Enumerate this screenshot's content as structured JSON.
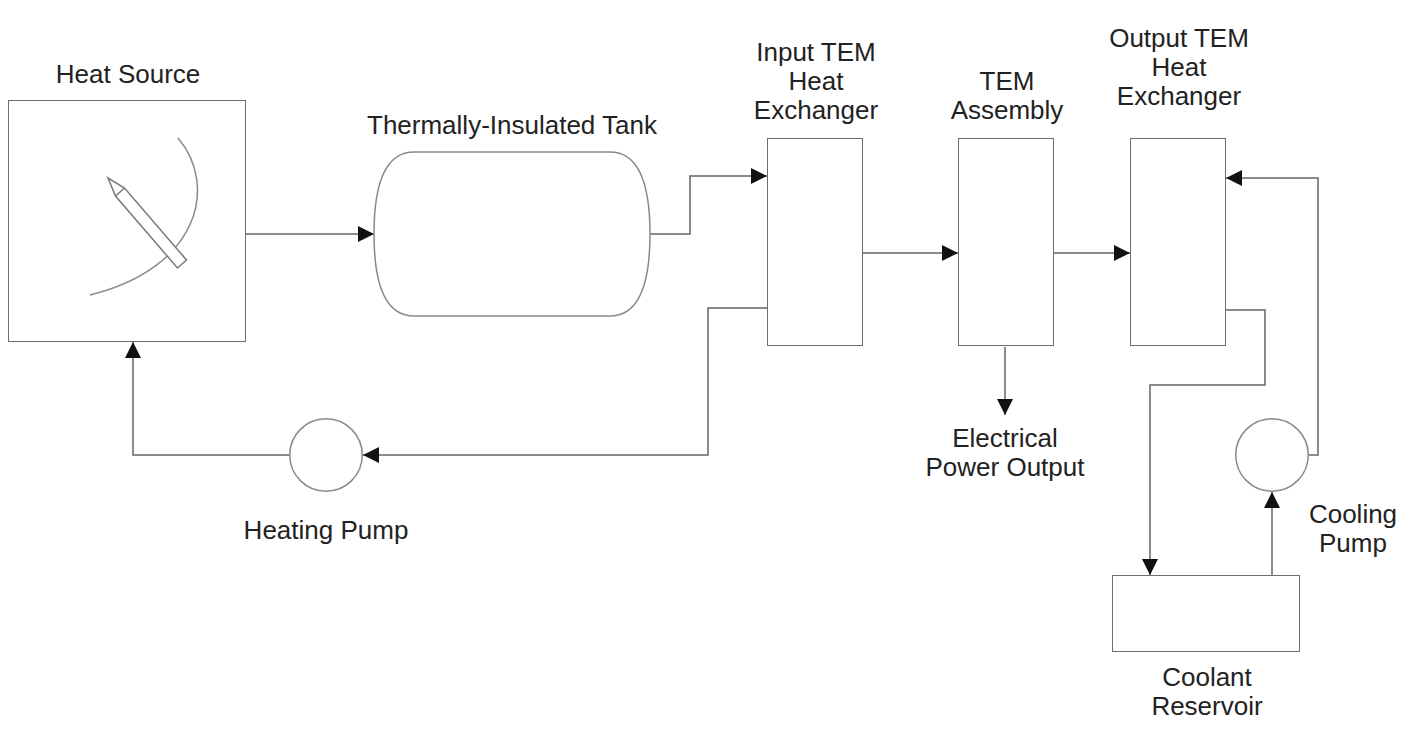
{
  "diagram": {
    "nodes": [
      {
        "text": [
          "Heat Source"
        ]
      },
      {
        "text": [
          "Thermally-Insulated Tank"
        ]
      },
      {
        "text": [
          "Input TEM Heat Exchanger"
        ]
      },
      {
        "text": [
          "TEM Assembly"
        ]
      },
      {
        "text": [
          "Output TEM Heat Exchanger"
        ]
      },
      {
        "text": [
          "Heating Pump"
        ]
      },
      {
        "text": [
          "Cooling Pump"
        ]
      },
      {
        "text": [
          "Coolant Reservoir"
        ]
      }
    ],
    "edges": [
      {
        "from": 0,
        "to": 1,
        "arrow": "to"
      },
      {
        "from": 1,
        "to": 2,
        "arrow": "to"
      },
      {
        "from": 2,
        "to": 3,
        "arrow": "to"
      },
      {
        "from": 3,
        "to": 4,
        "arrow": "to"
      },
      {
        "from": 2,
        "to": 5,
        "arrow": "to"
      },
      {
        "from": 5,
        "to": 0,
        "arrow": "to"
      },
      {
        "from": 4,
        "to": 7,
        "arrow": "to"
      },
      {
        "from": 7,
        "to": 6,
        "arrow": "to"
      },
      {
        "from": 6,
        "to": 4,
        "arrow": "to"
      }
    ],
    "labels": [
      "Electrical Power Output"
    ]
  }
}
